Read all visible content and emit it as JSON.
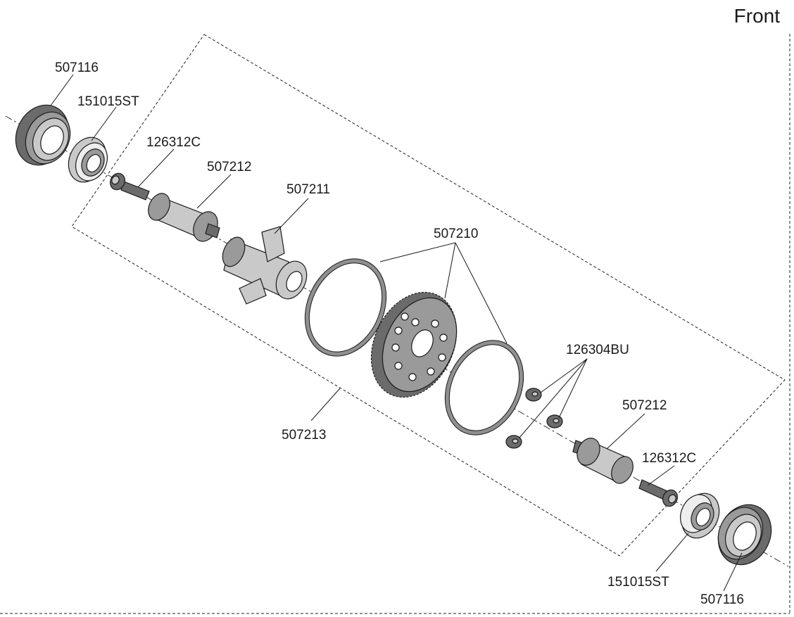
{
  "header": {
    "title": "Front"
  },
  "labels": {
    "bearing_holder_left": "507116",
    "bearing_left": "151015ST",
    "screw_left": "126312C",
    "outdrive_left": "507212",
    "hub": "507211",
    "o_rings": "507210",
    "housing": "507213",
    "screws_bu": "126304BU",
    "outdrive_right": "507212",
    "screw_right": "126312C",
    "bearing_right": "151015ST",
    "bearing_holder_right": "507116"
  }
}
